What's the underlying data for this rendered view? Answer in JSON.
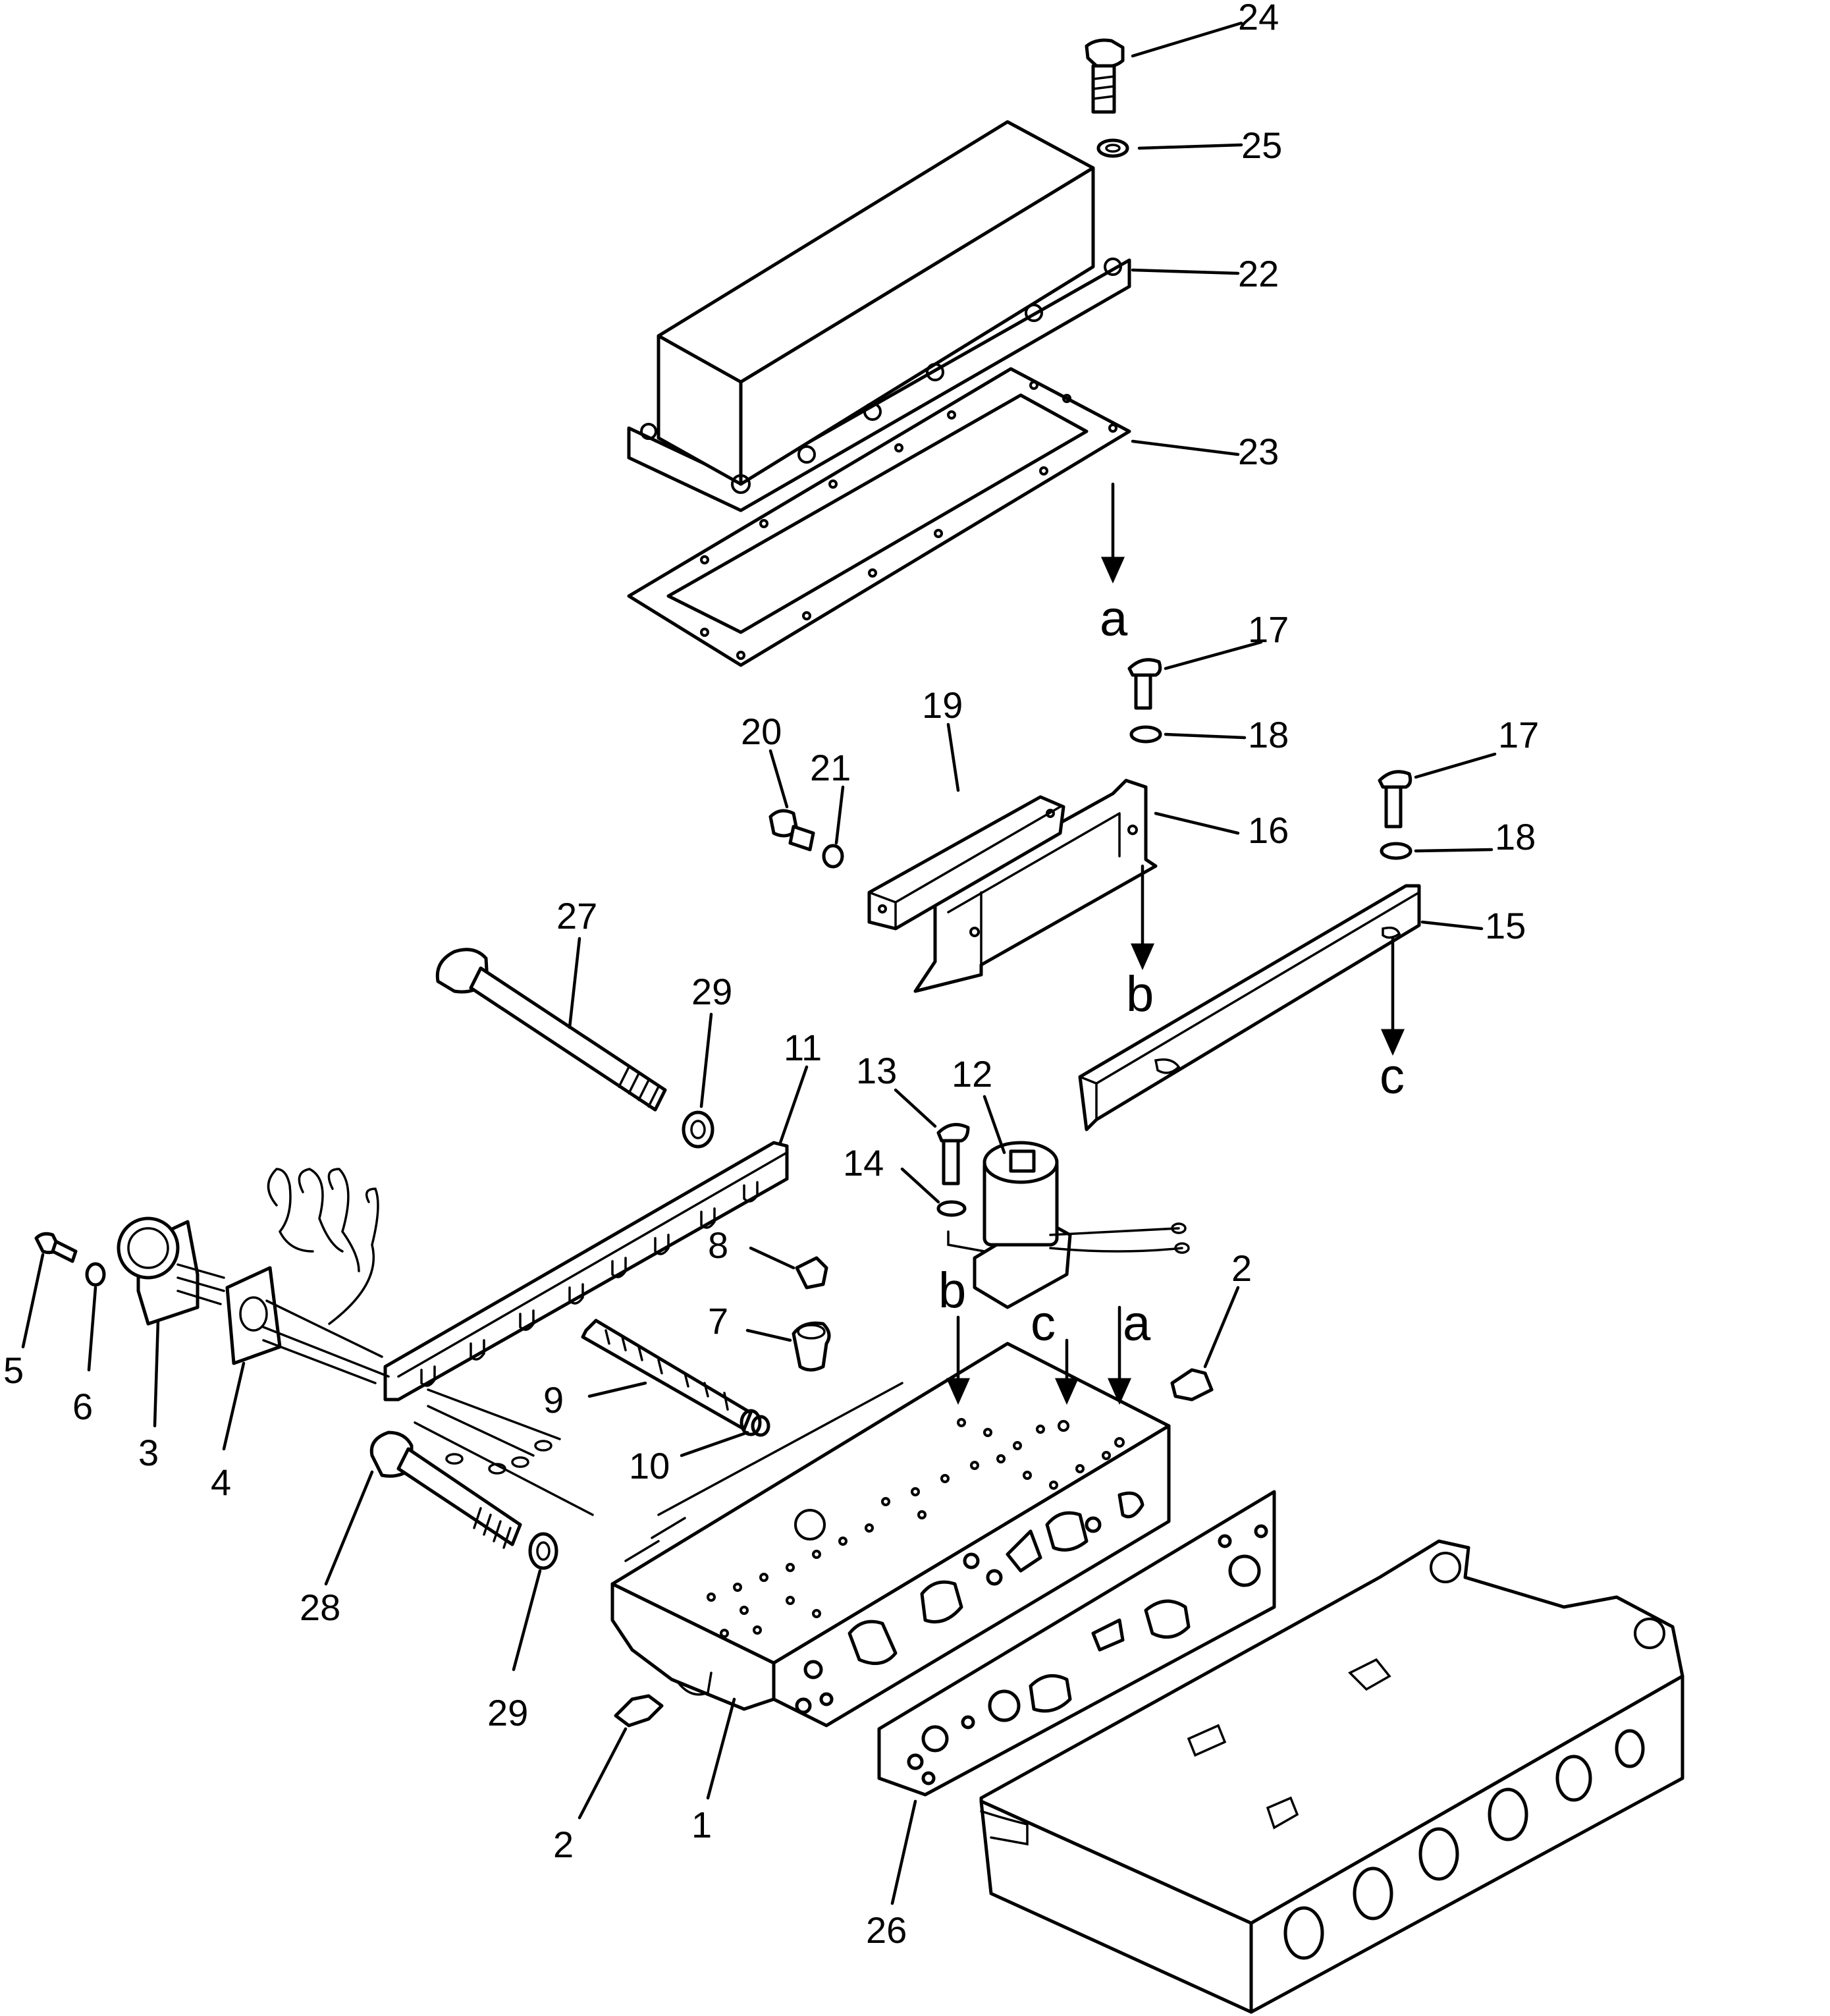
{
  "callouts": {
    "c24": "24",
    "c25": "25",
    "c22": "22",
    "c23": "23",
    "c17a": "17",
    "c18a": "18",
    "c17b": "17",
    "c18b": "18",
    "c20": "20",
    "c21": "21",
    "c19": "19",
    "c16": "16",
    "c15": "15",
    "c27": "27",
    "c29a": "29",
    "c11": "11",
    "c13": "13",
    "c12": "12",
    "c14": "14",
    "c8": "8",
    "c7": "7",
    "c2a": "2",
    "c2b": "2",
    "c5": "5",
    "c6": "6",
    "c3": "3",
    "c4": "4",
    "c9": "9",
    "c10": "10",
    "c28": "28",
    "c29b": "29",
    "c1": "1",
    "c26": "26"
  },
  "letters": {
    "a_top": "a",
    "b_mid": "b",
    "c_mid": "c",
    "b_low": "b",
    "c_low": "c",
    "a_low": "a"
  },
  "colors": {
    "line": "#000000",
    "background": "#ffffff"
  }
}
